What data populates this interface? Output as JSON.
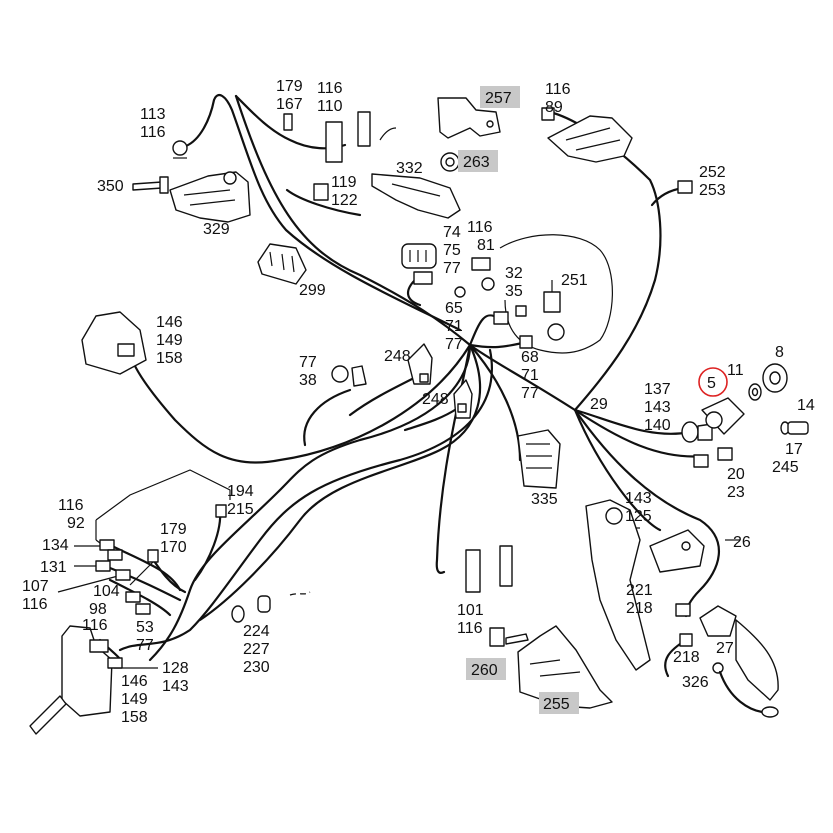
{
  "callouts": [
    {
      "id": "c1",
      "lines": [
        "179",
        "167"
      ]
    },
    {
      "id": "c2",
      "lines": [
        "116",
        "110"
      ]
    },
    {
      "id": "c3",
      "lines": [
        "113",
        "116"
      ]
    },
    {
      "id": "c4",
      "lines": [
        "350"
      ]
    },
    {
      "id": "c5",
      "lines": [
        "329"
      ]
    },
    {
      "id": "c6",
      "lines": [
        "119",
        "122"
      ]
    },
    {
      "id": "c7",
      "lines": [
        "332"
      ]
    },
    {
      "id": "c8",
      "lines": [
        "257"
      ],
      "highlight": true
    },
    {
      "id": "c9",
      "lines": [
        "263"
      ],
      "highlight": true
    },
    {
      "id": "c10",
      "lines": [
        "116",
        "89"
      ]
    },
    {
      "id": "c11",
      "lines": [
        "252",
        "253"
      ]
    },
    {
      "id": "c12",
      "lines": [
        "299"
      ]
    },
    {
      "id": "c13",
      "lines": [
        "74",
        "75",
        "77"
      ]
    },
    {
      "id": "c14",
      "lines": [
        "116",
        "81"
      ]
    },
    {
      "id": "c15",
      "lines": [
        "32",
        "35"
      ]
    },
    {
      "id": "c16",
      "lines": [
        "251"
      ]
    },
    {
      "id": "c17",
      "lines": [
        "65",
        "71",
        "77"
      ]
    },
    {
      "id": "c18",
      "lines": [
        "146",
        "149",
        "158"
      ]
    },
    {
      "id": "c19",
      "lines": [
        "77",
        "38"
      ]
    },
    {
      "id": "c20",
      "lines": [
        "248"
      ]
    },
    {
      "id": "c21",
      "lines": [
        "248"
      ]
    },
    {
      "id": "c22",
      "lines": [
        "68",
        "71",
        "77"
      ]
    },
    {
      "id": "c23",
      "lines": [
        "137",
        "143",
        "140"
      ]
    },
    {
      "id": "c24",
      "lines": [
        "5"
      ],
      "ringed": true
    },
    {
      "id": "c25",
      "lines": [
        "11"
      ]
    },
    {
      "id": "c26",
      "lines": [
        "8"
      ]
    },
    {
      "id": "c27",
      "lines": [
        "29"
      ]
    },
    {
      "id": "c28",
      "lines": [
        "14"
      ]
    },
    {
      "id": "c29",
      "lines": [
        "17",
        "245"
      ]
    },
    {
      "id": "c30",
      "lines": [
        "20",
        "23"
      ]
    },
    {
      "id": "c31",
      "lines": [
        "335"
      ]
    },
    {
      "id": "c32",
      "lines": [
        "194",
        "215"
      ]
    },
    {
      "id": "c33",
      "lines": [
        "116",
        "92"
      ]
    },
    {
      "id": "c34",
      "lines": [
        "134"
      ]
    },
    {
      "id": "c35",
      "lines": [
        "131"
      ]
    },
    {
      "id": "c36",
      "lines": [
        "107",
        "116"
      ]
    },
    {
      "id": "c37",
      "lines": [
        "104",
        "98"
      ]
    },
    {
      "id": "c38",
      "lines": [
        "179",
        "170"
      ]
    },
    {
      "id": "c39",
      "lines": [
        "116",
        "53",
        "77"
      ]
    },
    {
      "id": "c40",
      "lines": [
        "224",
        "227",
        "230"
      ]
    },
    {
      "id": "c41",
      "lines": [
        "128",
        "143"
      ]
    },
    {
      "id": "c42",
      "lines": [
        "146",
        "149",
        "158"
      ]
    },
    {
      "id": "c43",
      "lines": [
        "101",
        "116"
      ]
    },
    {
      "id": "c44",
      "lines": [
        "260"
      ],
      "highlight": true
    },
    {
      "id": "c45",
      "lines": [
        "255"
      ],
      "highlight": true
    },
    {
      "id": "c46",
      "lines": [
        "143",
        "125"
      ]
    },
    {
      "id": "c47",
      "lines": [
        "26"
      ]
    },
    {
      "id": "c48",
      "lines": [
        "221",
        "218"
      ]
    },
    {
      "id": "c49",
      "lines": [
        "218"
      ]
    },
    {
      "id": "c50",
      "lines": [
        "27"
      ]
    },
    {
      "id": "c51",
      "lines": [
        "326"
      ]
    }
  ]
}
